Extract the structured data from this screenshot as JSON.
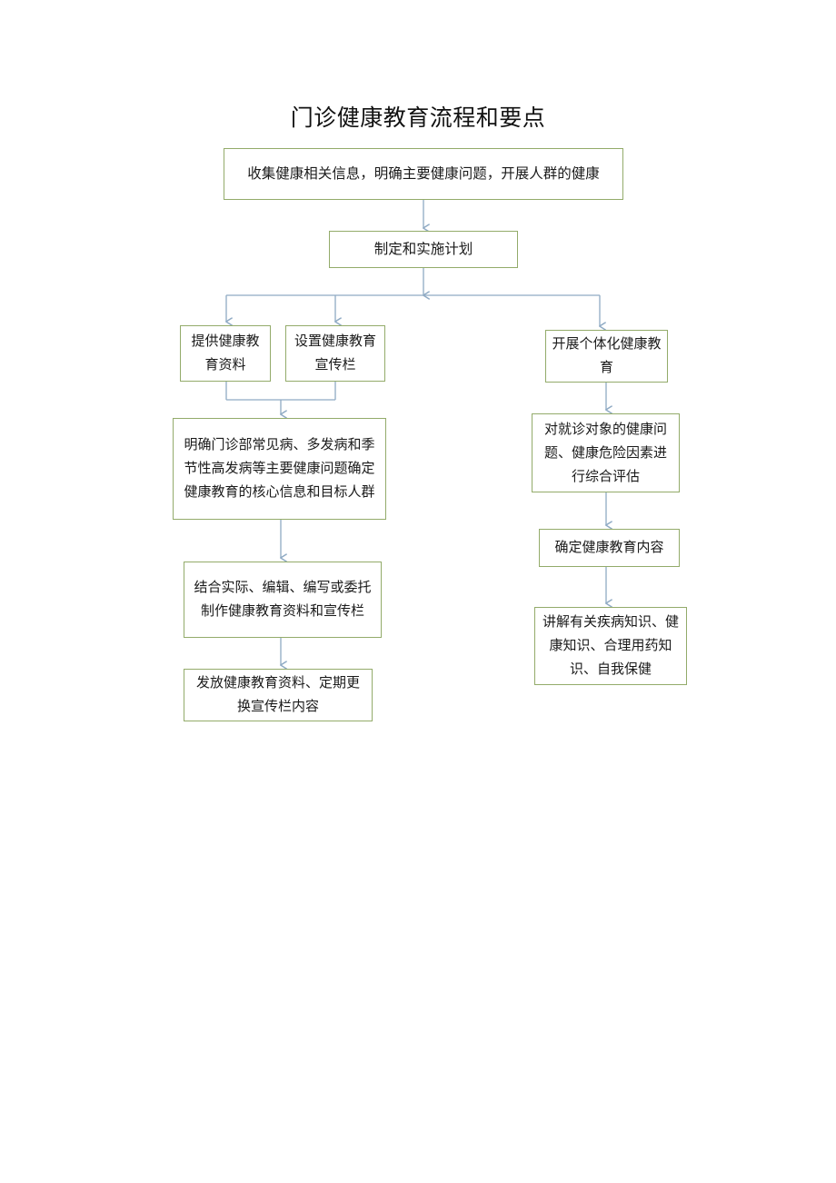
{
  "document": {
    "title": "门诊健康教育流程和要点",
    "page_background": "#ffffff",
    "node_border_color": "#93ab6a",
    "connector_color": "#8faac4"
  },
  "flowchart": {
    "type": "flowchart",
    "orientation": "top-to-bottom",
    "nodes": [
      {
        "id": "collect",
        "label": "收集健康相关信息，明确主要健康问题，开展人群的健康",
        "column": "full"
      },
      {
        "id": "plan",
        "label": "制定和实施计划",
        "column": "full"
      },
      {
        "id": "provide",
        "label": "提供健康教育资料",
        "column": "left"
      },
      {
        "id": "board",
        "label": "设置健康教育宣传栏",
        "column": "left"
      },
      {
        "id": "individual",
        "label": "开展个体化健康教育",
        "column": "right"
      },
      {
        "id": "clarify",
        "label": "明确门诊部常见病、多发病和季节性高发病等主要健康问题确定健康教育的核心信息和目标人群",
        "column": "left"
      },
      {
        "id": "assess",
        "label": "对就诊对象的健康问题、健康危险因素进行综合评估",
        "column": "right"
      },
      {
        "id": "compile",
        "label": "结合实际、编辑、编写或委托制作健康教育资料和宣传栏",
        "column": "left"
      },
      {
        "id": "content",
        "label": "确定健康教育内容",
        "column": "right"
      },
      {
        "id": "distribute",
        "label": "发放健康教育资料、定期更换宣传栏内容",
        "column": "left"
      },
      {
        "id": "explain",
        "label": "讲解有关疾病知识、健康知识、合理用药知识、自我保健",
        "column": "right"
      }
    ],
    "edges": [
      {
        "from": "collect",
        "to": "plan"
      },
      {
        "from": "plan",
        "to": "provide"
      },
      {
        "from": "plan",
        "to": "board"
      },
      {
        "from": "plan",
        "to": "individual"
      },
      {
        "from": "provide",
        "to": "clarify"
      },
      {
        "from": "board",
        "to": "clarify"
      },
      {
        "from": "clarify",
        "to": "compile"
      },
      {
        "from": "compile",
        "to": "distribute"
      },
      {
        "from": "individual",
        "to": "assess"
      },
      {
        "from": "assess",
        "to": "content"
      },
      {
        "from": "content",
        "to": "explain"
      }
    ]
  }
}
